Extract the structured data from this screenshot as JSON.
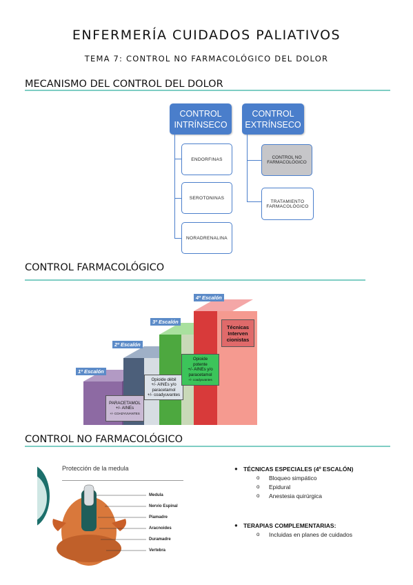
{
  "header": {
    "title": "ENFERMERÍA CUIDADOS PALIATIVOS",
    "subtitle": "TEMA 7: CONTROL NO FARMACOLÓGICO DEL DOLOR"
  },
  "section1": {
    "heading": "MECANISMO DEL CONTROL DEL DOLOR",
    "intrinsic": {
      "label_line1": "CONTROL",
      "label_line2": "INTRÍNSECO",
      "items": [
        "ENDORFINAS",
        "SEROTONINAS",
        "NORADRENALINA"
      ]
    },
    "extrinsic": {
      "label_line1": "CONTROL",
      "label_line2": "EXTRÍNSECO",
      "items": [
        {
          "line1": "CONTROL NO",
          "line2": "FARMACOLÓGICO"
        },
        {
          "line1": "TRATAMIENTO",
          "line2": "FARMACOLÓGICO"
        }
      ]
    }
  },
  "section2": {
    "heading": "CONTROL FARMACOLÓGICO",
    "steps": [
      {
        "label": "1º Escalón",
        "color": "#8d6aa3",
        "lines": [
          "PARACETAMOL",
          "+/- AINEs",
          "+/- COADYUVANTES"
        ]
      },
      {
        "label": "2º Escalón",
        "color": "#6d87a6",
        "lines": [
          "Opioide débil",
          "+/- AINEs y/o",
          "paracetamol",
          "+/- coadyuvantes"
        ]
      },
      {
        "label": "3º Escalón",
        "color": "#74c06a",
        "lines": [
          "Opioide",
          "potente",
          "+/- AINEs y/o",
          "paracetamol",
          "+/- coadyuvantes"
        ]
      },
      {
        "label": "4º Escalón",
        "color": "#e66060",
        "lines": [
          "Técnicas",
          "Interven",
          "cionistas"
        ]
      }
    ]
  },
  "section3": {
    "heading": "CONTROL NO FARMACOLÓGICO",
    "diagram": {
      "title": "Protección de la medula",
      "labels": [
        "Medula",
        "Nervio Espinal",
        "Piamadre",
        "Aracnoides",
        "Duramadre",
        "Vertebra"
      ]
    },
    "bullets": [
      {
        "title": "TÉCNICAS ESPECIALES (4º ESCALÓN)",
        "subs": [
          "Bloqueo simpático",
          "Epidural",
          "Anestesia quirúrgica"
        ]
      },
      {
        "title": "TERAPIAS COMPLEMENTARIAS:",
        "subs": [
          "Incluidas en planes de cuidados"
        ]
      }
    ]
  }
}
